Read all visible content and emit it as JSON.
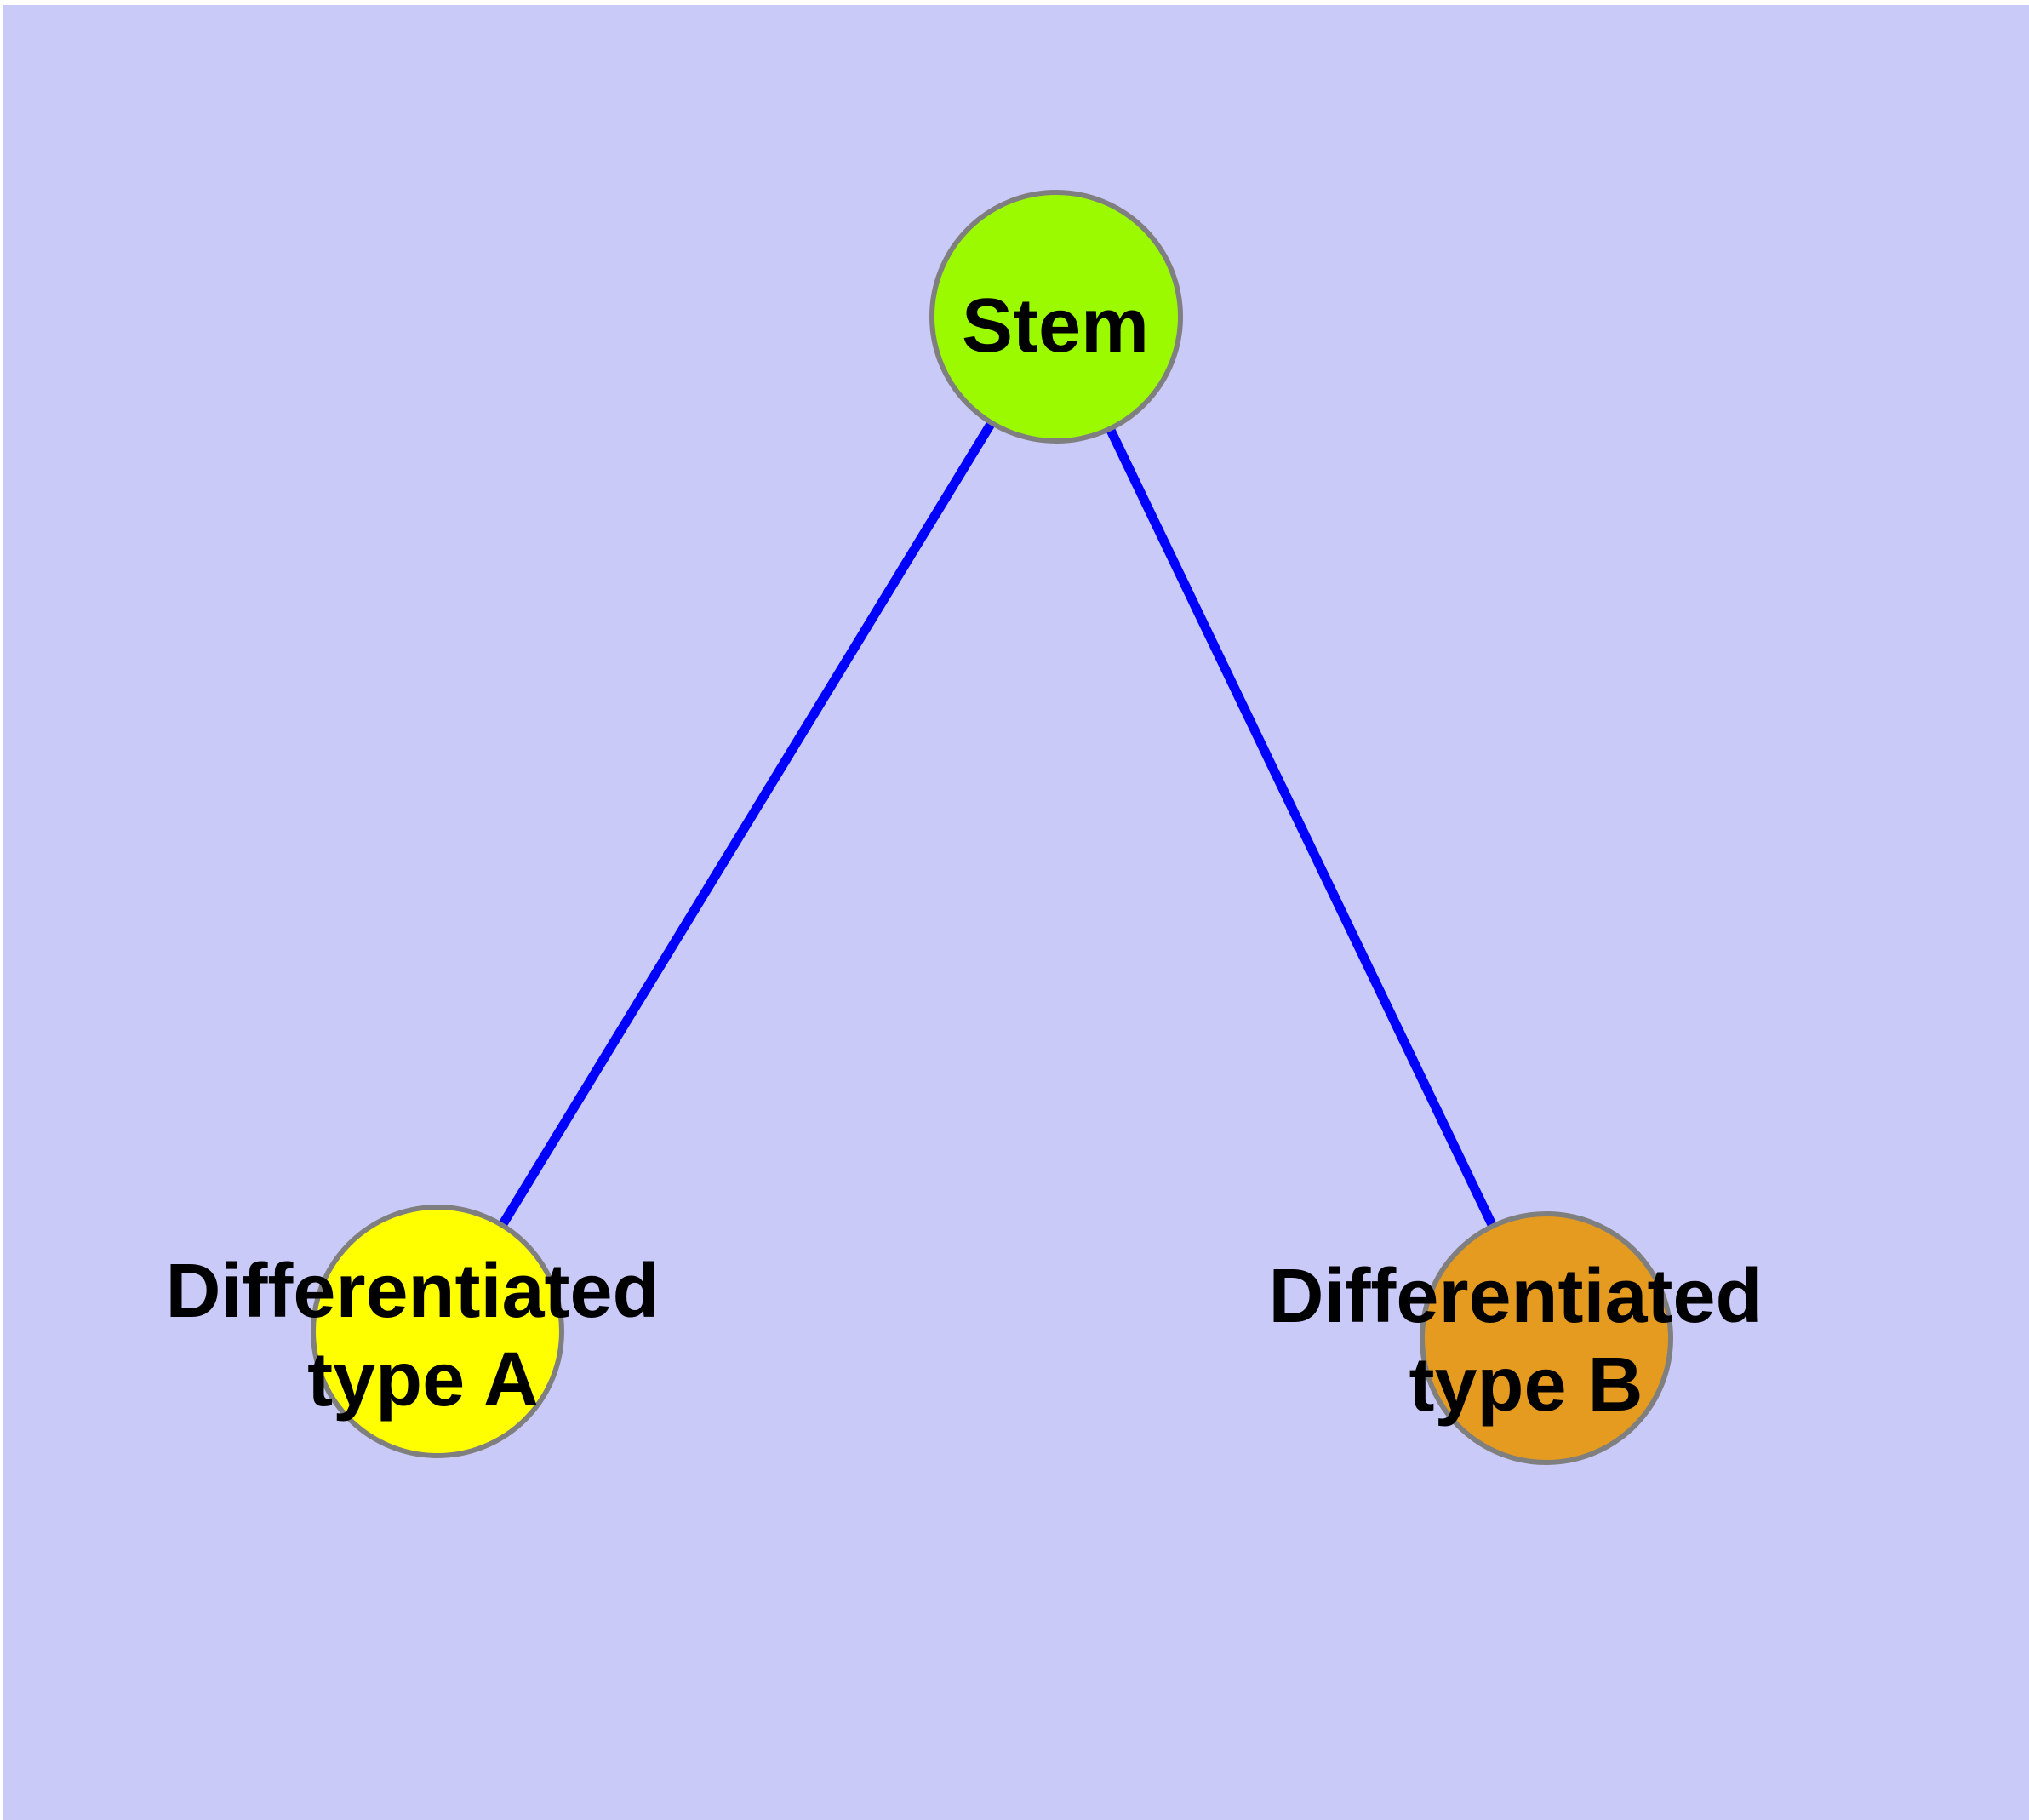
{
  "diagram": {
    "background_color": "#CACAF8",
    "canvas_edge_color": "#FFFFFF",
    "edge_color": "#0000FF",
    "node_border_color": "#7F7F7F",
    "label_color": "#000000",
    "nodes": {
      "stem": {
        "label": "Stem",
        "fill": "#9BFA00"
      },
      "type_a": {
        "label_line1": "Differentiated",
        "label_line2": "type A",
        "fill": "#FFFF00"
      },
      "type_b": {
        "label_line1": "Differentiated",
        "label_line2": "type B",
        "fill": "#E59B20"
      }
    },
    "edges": [
      {
        "from": "Stem",
        "to": "Differentiated type A"
      },
      {
        "from": "Stem",
        "to": "Differentiated type B"
      }
    ]
  }
}
